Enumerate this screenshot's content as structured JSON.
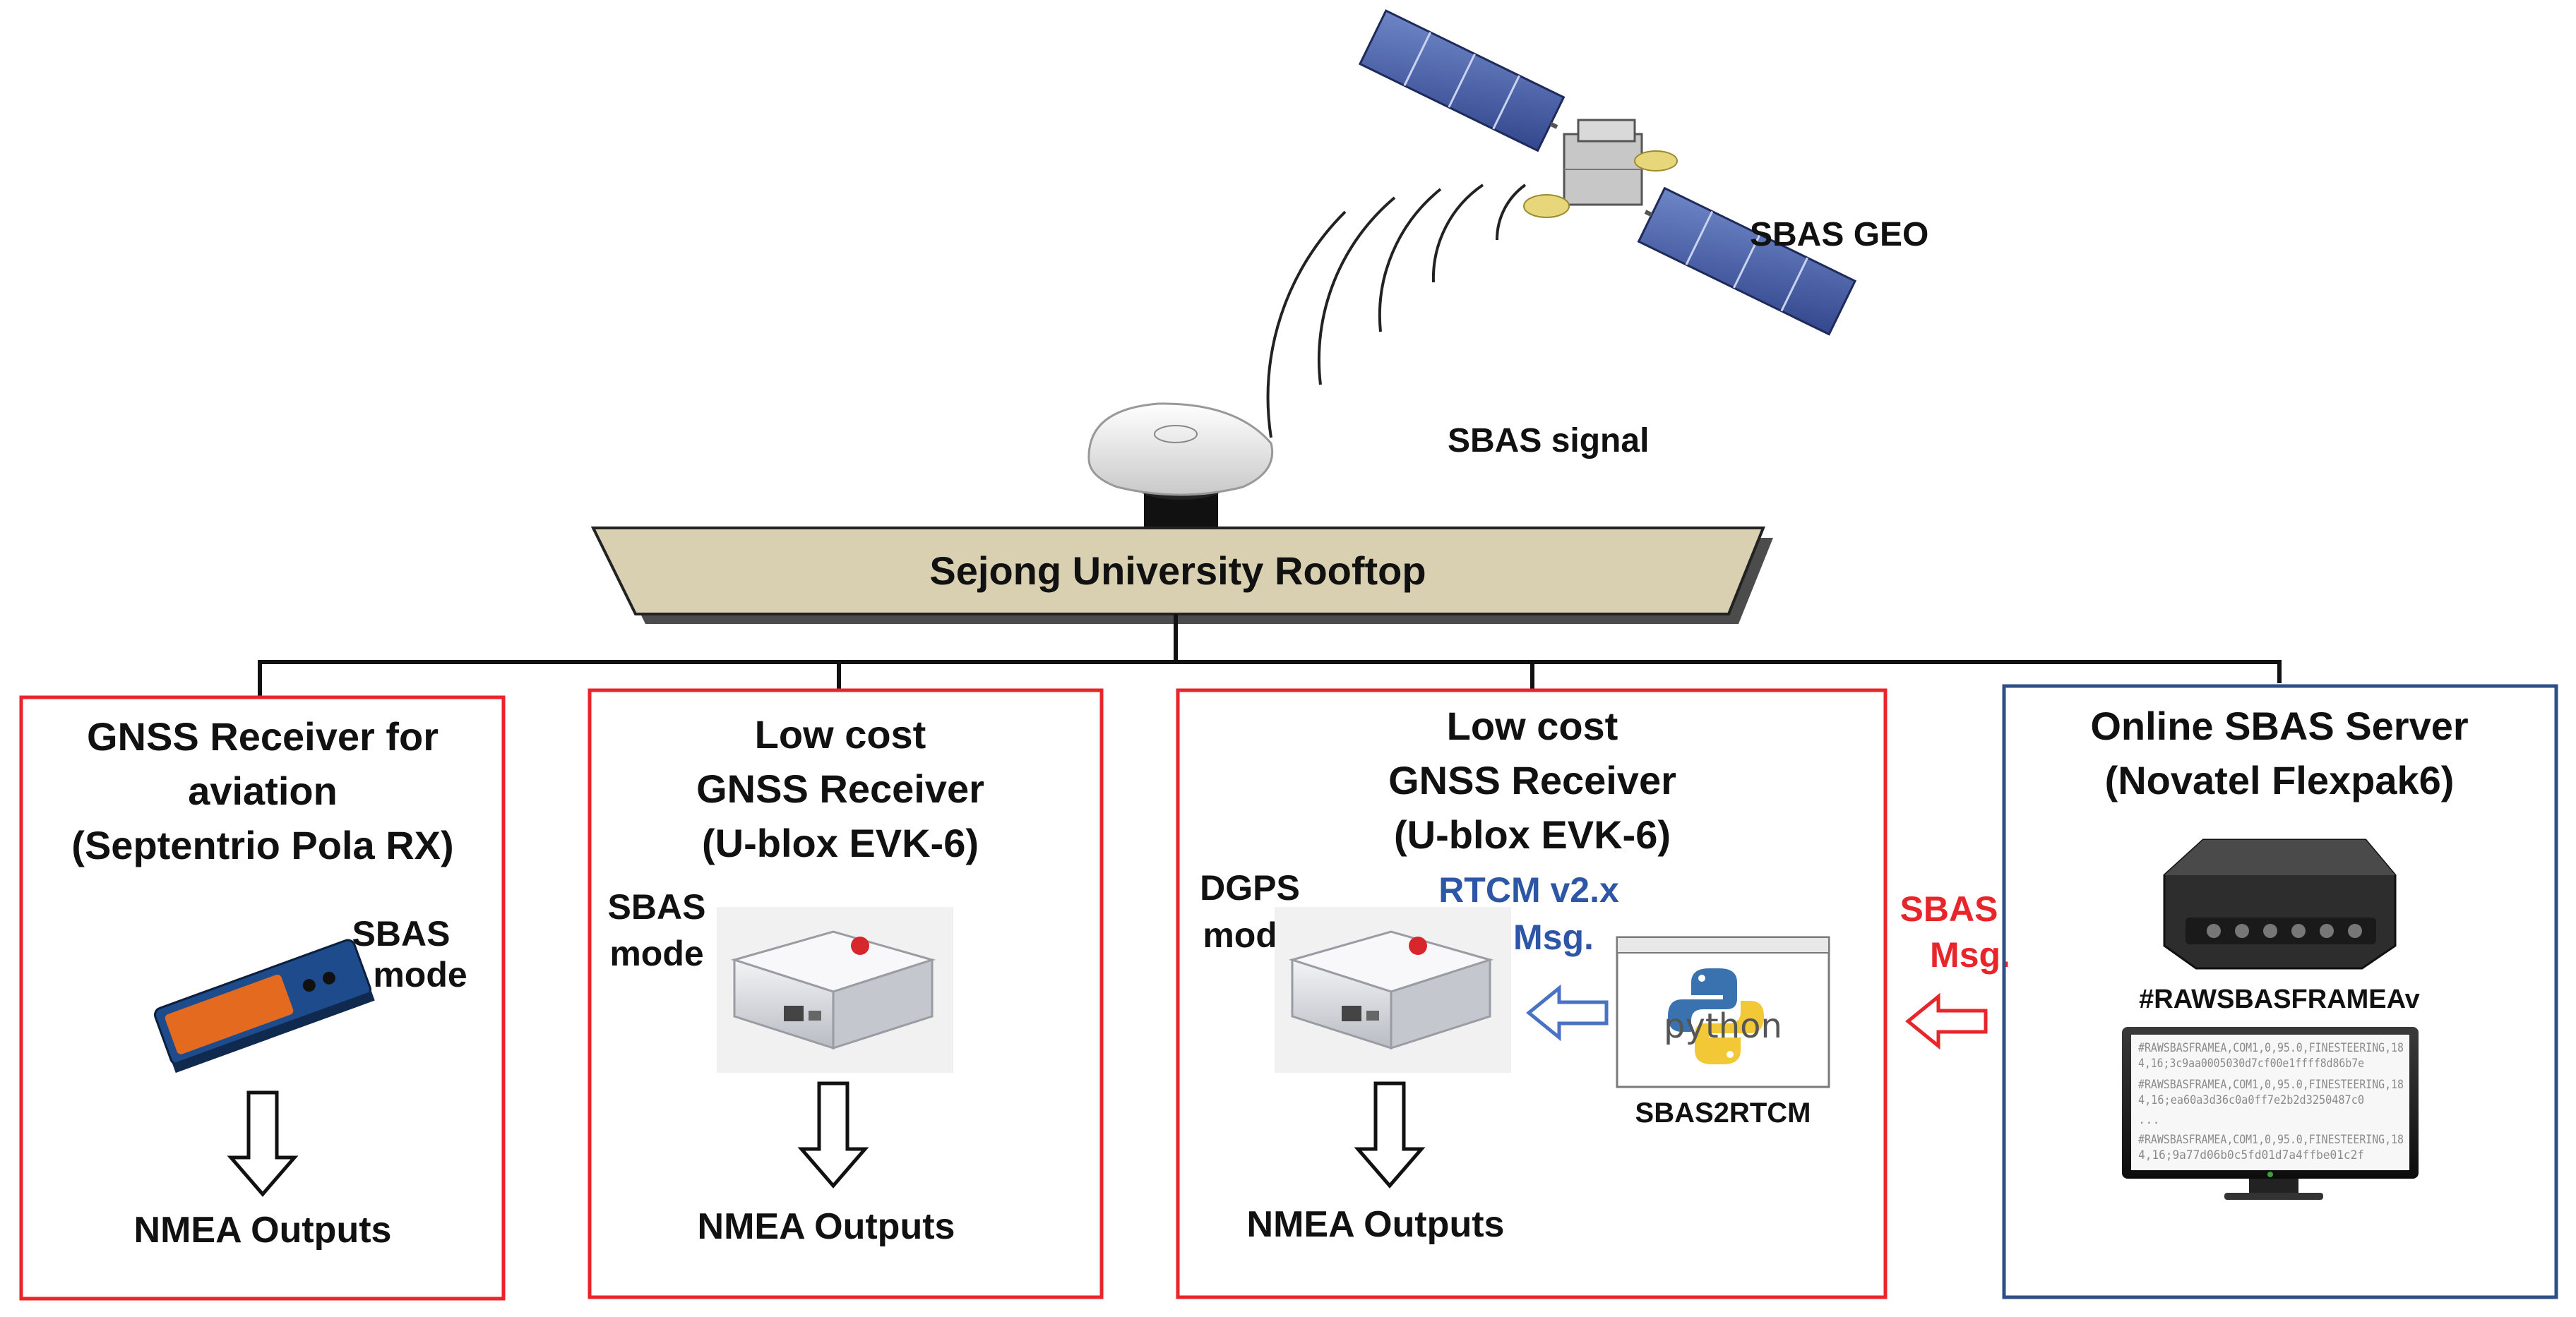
{
  "satellite": {
    "label": "SBAS GEO"
  },
  "signal": {
    "label": "SBAS signal"
  },
  "rooftop": {
    "label": "Sejong University Rooftop"
  },
  "colors": {
    "red_box": "#e8252a",
    "blue_box": "#2e4f86",
    "rtcm_text": "#2e56a6",
    "sbas_msg_text": "#e8252a",
    "platform": "#d8d0b0"
  },
  "boxes": [
    {
      "title": [
        "GNSS Receiver for",
        "aviation",
        "(Septentrio Pola RX)"
      ],
      "mode": [
        "SBAS",
        "mode"
      ],
      "output": "NMEA Outputs"
    },
    {
      "title": [
        "Low cost",
        "GNSS Receiver",
        "(U-blox EVK-6)"
      ],
      "mode": [
        "SBAS",
        "mode"
      ],
      "output": "NMEA Outputs"
    },
    {
      "title": [
        "Low cost",
        "GNSS Receiver",
        "(U-blox EVK-6)"
      ],
      "mode": [
        "DGPS",
        "mode"
      ],
      "rtcm": [
        "RTCM v2.x",
        "Msg."
      ],
      "software_label": "SBAS2RTCM",
      "software_logo": "python",
      "output": "NMEA Outputs"
    },
    {
      "title": [
        "Online SBAS Server",
        "(Novatel Flexpak6)"
      ],
      "log_label": "#RAWSBASFRAMEAv",
      "screen_lines": [
        "#RAWSBASFRAMEA,COM1,0,95.0,FINESTEERING,18",
        "4,16;3c9aa0005030d7cf00e1ffff8d86b7e",
        "#RAWSBASFRAMEA,COM1,0,95.0,FINESTEERING,18",
        "4,16;ea60a3d36c0a0ff7e2b2d3250487c0",
        "...",
        "#RAWSBASFRAMEA,COM1,0,95.0,FINESTEERING,18",
        "4,16;9a77d06b0c5fd01d7a4ffbe01c2f"
      ]
    }
  ],
  "sbas_msg": [
    "SBAS",
    "Msg."
  ]
}
